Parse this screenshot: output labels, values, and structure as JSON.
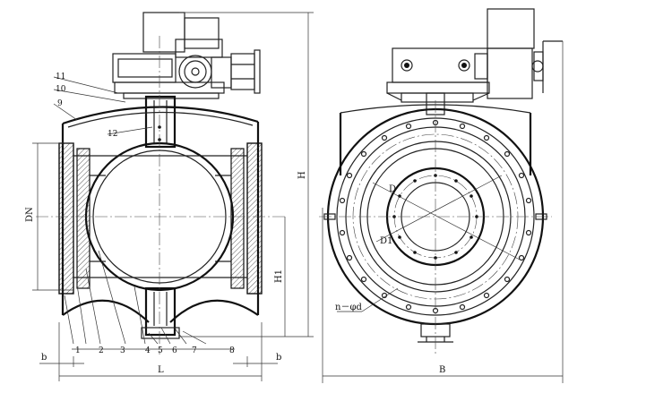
{
  "part_labels": {
    "p1": "1",
    "p2": "2",
    "p3": "3",
    "p4": "4",
    "p5": "5",
    "p6": "6",
    "p7": "7",
    "p8": "8",
    "p9": "9",
    "p10": "10",
    "p11": "11",
    "p12": "12"
  },
  "dimension_labels": {
    "dn": "DN",
    "h": "H",
    "h1": "H1",
    "l": "L",
    "b_left": "b",
    "b_right": "b",
    "b_total": "B",
    "d": "D",
    "d1": "D1",
    "holes": "n－φd"
  }
}
